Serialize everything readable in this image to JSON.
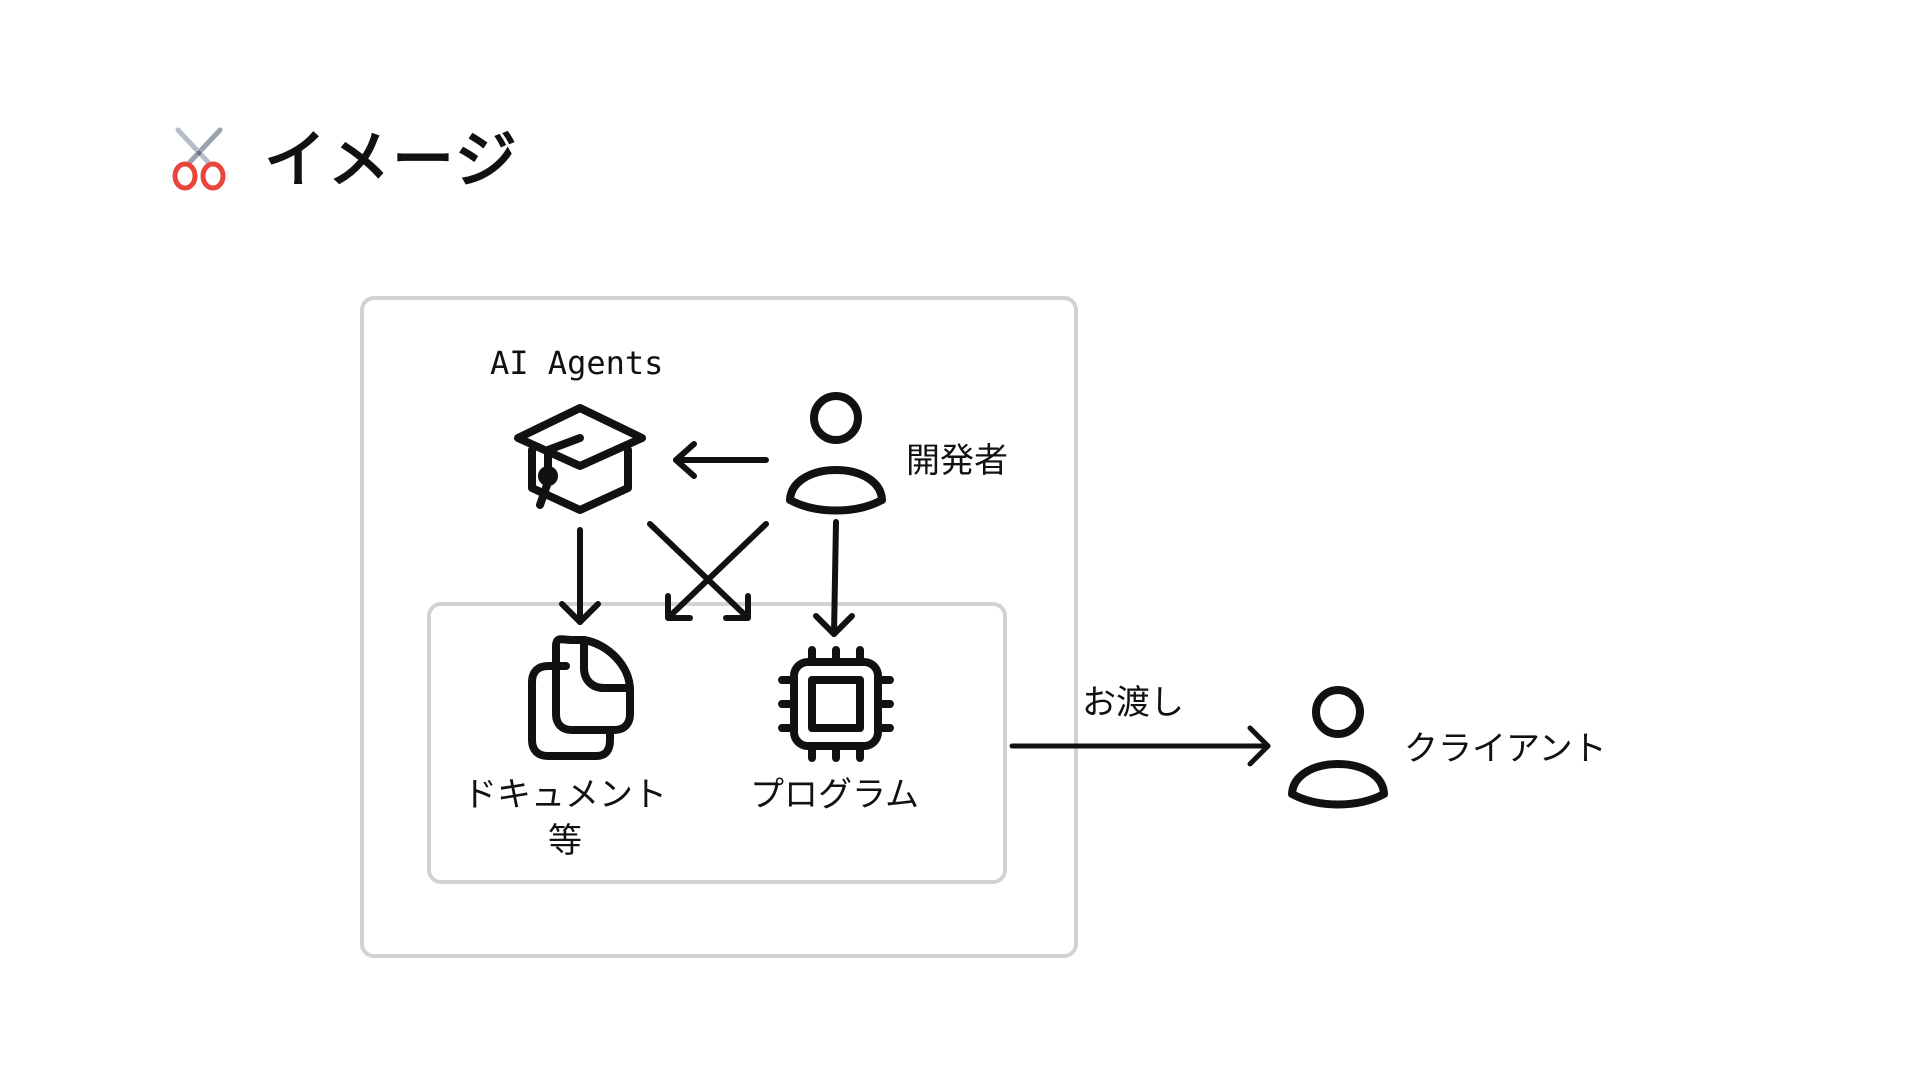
{
  "title": {
    "icon": "scissors-icon",
    "text": "イメージ"
  },
  "diagram": {
    "agents_label": "AI Agents",
    "developer_label": "開発者",
    "documents_label_line1": "ドキュメント",
    "documents_label_line2": "等",
    "program_label": "プログラム",
    "handover_label": "お渡し",
    "client_label": "クライアント",
    "icons": {
      "agents": "graduation-cap-icon",
      "developer": "person-icon",
      "documents": "documents-icon",
      "program": "cpu-chip-icon",
      "client": "person-icon"
    },
    "colors": {
      "box_border": "#d2d2d2",
      "stroke": "#111111",
      "scissor_handle": "#e8453c",
      "scissor_blade": "#9aa3ad"
    }
  }
}
